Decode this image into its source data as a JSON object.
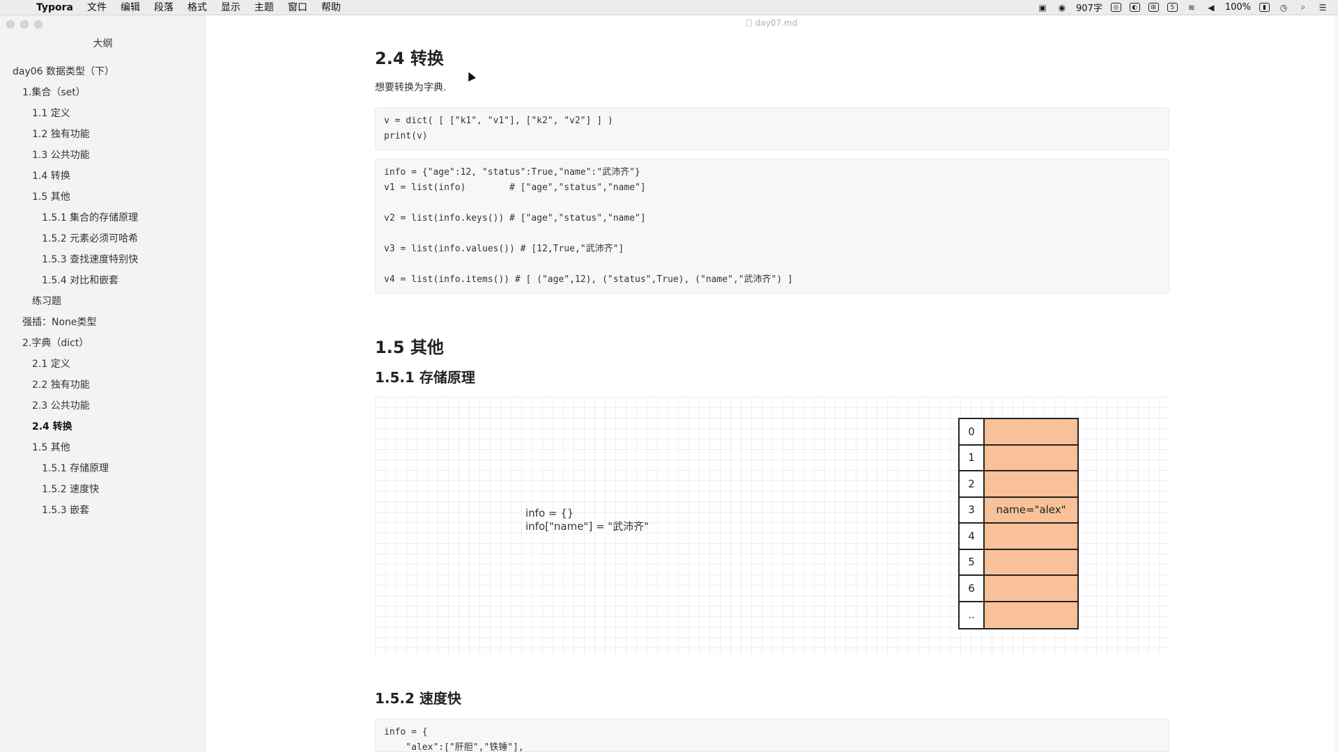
{
  "menubar": {
    "app": "Typora",
    "items": [
      "文件",
      "编辑",
      "段落",
      "格式",
      "显示",
      "主题",
      "窗口",
      "帮助"
    ],
    "word_count": "907字",
    "battery": "100%"
  },
  "sidebar": {
    "title": "大纲",
    "items": [
      {
        "label": "day06 数据类型（下）",
        "level": 1
      },
      {
        "label": "1.集合（set）",
        "level": 2
      },
      {
        "label": "1.1 定义",
        "level": 3
      },
      {
        "label": "1.2 独有功能",
        "level": 3
      },
      {
        "label": "1.3 公共功能",
        "level": 3
      },
      {
        "label": "1.4 转换",
        "level": 3
      },
      {
        "label": "1.5 其他",
        "level": 3
      },
      {
        "label": "1.5.1 集合的存储原理",
        "level": 4
      },
      {
        "label": "1.5.2 元素必须可哈希",
        "level": 4
      },
      {
        "label": "1.5.3 查找速度特别快",
        "level": 4
      },
      {
        "label": "1.5.4 对比和嵌套",
        "level": 4
      },
      {
        "label": "练习题",
        "level": 3
      },
      {
        "label": "强插：None类型",
        "level": 2
      },
      {
        "label": "2.字典（dict）",
        "level": 2
      },
      {
        "label": "2.1 定义",
        "level": 3
      },
      {
        "label": "2.2 独有功能",
        "level": 3
      },
      {
        "label": "2.3 公共功能",
        "level": 3
      },
      {
        "label": "2.4 转换",
        "level": 3,
        "active": true
      },
      {
        "label": "1.5 其他",
        "level": 3
      },
      {
        "label": "1.5.1 存储原理",
        "level": 4
      },
      {
        "label": "1.5.2 速度快",
        "level": 4
      },
      {
        "label": "1.5.3 嵌套",
        "level": 4
      }
    ]
  },
  "document": {
    "filename": "day07.md",
    "h_convert": "2.4 转换",
    "para_convert": "想要转换为字典.",
    "code1": [
      "v = dict( [ [\"k1\", \"v1\"], [\"k2\", \"v2\"] ] )",
      "print(v)"
    ],
    "code2": [
      "info = {\"age\":12, \"status\":True,\"name\":\"武沛齐\"}",
      "v1 = list(info)        # [\"age\",\"status\",\"name\"]",
      "",
      "v2 = list(info.keys()) # [\"age\",\"status\",\"name\"]",
      "",
      "v3 = list(info.values()) # [12,True,\"武沛齐\"]",
      "",
      "v4 = list(info.items()) # [ (\"age\",12), (\"status\",True), (\"name\",\"武沛齐\") ]"
    ],
    "h_other": "1.5 其他",
    "h_storage": "1.5.1 存储原理",
    "diagram": {
      "code_line1": "info = {}",
      "code_line2": "info[\"name\"] = \"武沛齐\"",
      "rows": [
        {
          "index": "0",
          "value": ""
        },
        {
          "index": "1",
          "value": ""
        },
        {
          "index": "2",
          "value": ""
        },
        {
          "index": "3",
          "value": "name=\"alex\""
        },
        {
          "index": "4",
          "value": ""
        },
        {
          "index": "5",
          "value": ""
        },
        {
          "index": "6",
          "value": ""
        },
        {
          "index": "..",
          "value": ""
        }
      ],
      "slot_color": "#f8c197"
    },
    "h_speed": "1.5.2 速度快",
    "code3": [
      "info = {",
      "    \"alex\":[\"肝胆\",\"铁锤\"],"
    ]
  }
}
